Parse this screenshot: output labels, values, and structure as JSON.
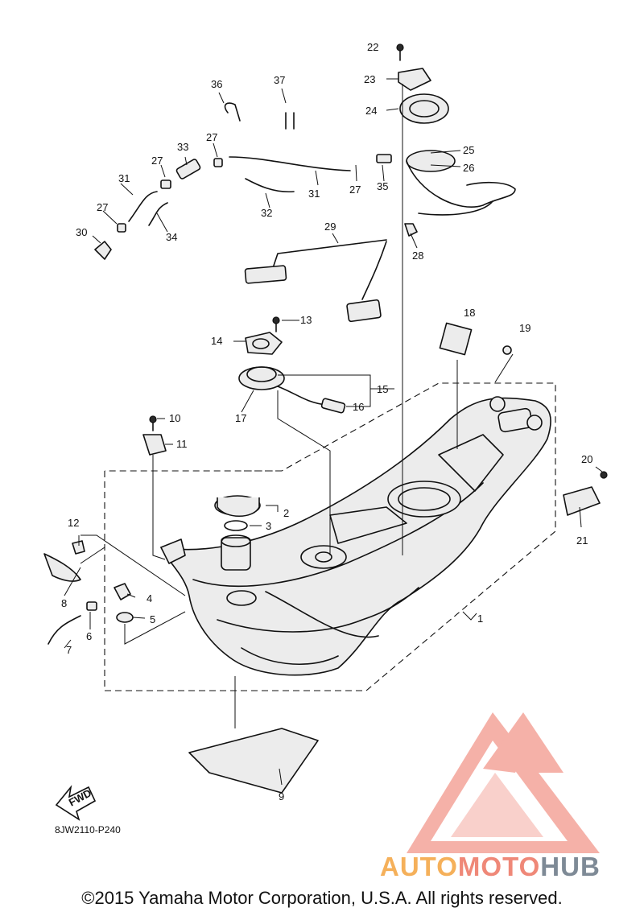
{
  "callouts": [
    "1",
    "2",
    "3",
    "4",
    "5",
    "6",
    "7",
    "8",
    "9",
    "10",
    "11",
    "12",
    "13",
    "14",
    "15",
    "16",
    "17",
    "18",
    "19",
    "20",
    "21",
    "22",
    "23",
    "24",
    "25",
    "26",
    "27",
    "28",
    "29",
    "30",
    "31",
    "32",
    "33",
    "34",
    "35",
    "36",
    "37"
  ],
  "fwd_label": "FWD",
  "ref_code": "8JW2110-P240",
  "copyright": "©2015 Yamaha Motor Corporation, U.S.A. All rights reserved.",
  "watermark": {
    "text_part1": "AUTO",
    "text_part2": "MOTO",
    "text_part3": "HUB",
    "colors": {
      "auto": "#f5b05a",
      "moto": "#ef8878",
      "hub": "#7e8a96",
      "triangle": "#f4a49a"
    }
  }
}
